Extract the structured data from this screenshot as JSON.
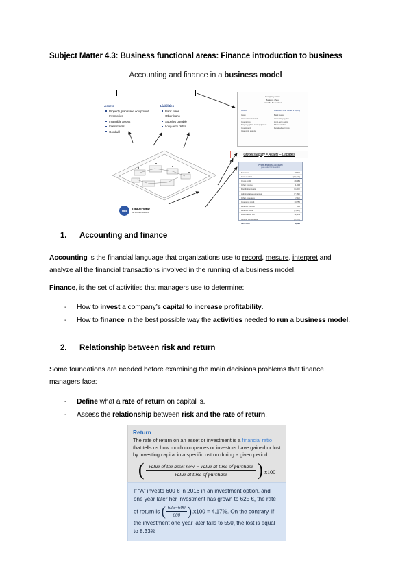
{
  "document": {
    "title": "Subject Matter 4.3: Business functional areas: Finance introduction to business"
  },
  "figure": {
    "caption_plain": "Accounting and finance in a ",
    "caption_bold": "business model",
    "assets": {
      "heading": "Assets",
      "items": [
        "Property, plants and equipment",
        "Inventories",
        "Intangible assets",
        "Investments",
        "Goodwill"
      ]
    },
    "liabilities": {
      "heading": "Liabilities",
      "items": [
        "Bank loans",
        "Other loans",
        "Supplies payable",
        "Long-term debts"
      ]
    },
    "equation": "Owner's equity = Assets − Liabilities",
    "balance_sheet": {
      "title_line1": "Company name",
      "title_line2": "Balance sheet",
      "title_line3": "as at 31 December",
      "left_header": "Assets",
      "right_header": "Liabilities and owner's equity",
      "left_rows": [
        "Cash",
        "Accounts receivable",
        "Inventories",
        "Property, plant and equipment",
        "Investments",
        "Intangible assets",
        "Goodwill"
      ],
      "right_rows": [
        "Bank loans",
        "Accounts payable",
        "Long-term debts",
        "",
        "Share capital",
        "Retained earnings"
      ]
    },
    "income_statement": {
      "title": "Profit and loss account",
      "subtitle": "year ended 31 December",
      "rows": [
        {
          "label": "Revenue",
          "value": "48,511"
        },
        {
          "label": "Cost of sales",
          "value": "(19,122)"
        },
        {
          "label": "Gross profit",
          "value": "29,389"
        },
        {
          "label": "Other income",
          "value": "1,045"
        },
        {
          "label": "Distribution costs",
          "value": "(9,201)"
        },
        {
          "label": "Administrative expenses",
          "value": "(7,160)"
        },
        {
          "label": "Other expenses",
          "value": "(318)"
        },
        {
          "label": "Operating profit",
          "value": "13,755"
        },
        {
          "label": "Finance income",
          "value": "246"
        },
        {
          "label": "Finance costs",
          "value": "(1,022)"
        },
        {
          "label": "Profit before tax",
          "value": "12,979"
        },
        {
          "label": "Income tax expense",
          "value": "(3,157)"
        },
        {
          "label": "Profit for the year",
          "value": "9,822"
        }
      ],
      "total_label": "Net Profit",
      "total_value": "9,822"
    },
    "logo": {
      "mark": "UIB",
      "name": "Universitat",
      "sub": "de les Illes Balears"
    }
  },
  "sections": {
    "one": {
      "number": "1.",
      "title": "Accounting and finance",
      "accounting_label": "Accounting",
      "accounting_p1": " is the financial language that organizations use to ",
      "accounting_u1": "record",
      "accounting_sep1": ", ",
      "accounting_u2": "mesure",
      "accounting_sep2": ", ",
      "accounting_u3": "interpret",
      "accounting_p2": " and ",
      "accounting_u4": "analyze",
      "accounting_p3": " all the financial transactions involved in the running of a business model.",
      "finance_label": "Finance",
      "finance_intro": ", is the set of activities that managers use to determine:",
      "bullets": [
        {
          "dash": "-",
          "parts": [
            {
              "text": "How to ",
              "bold": false
            },
            {
              "text": "invest",
              "bold": true
            },
            {
              "text": " a company’s ",
              "bold": false
            },
            {
              "text": "capital",
              "bold": true
            },
            {
              "text": " to ",
              "bold": false
            },
            {
              "text": "increase profitability",
              "bold": true
            },
            {
              "text": ".",
              "bold": false
            }
          ]
        },
        {
          "dash": "-",
          "parts": [
            {
              "text": "How to ",
              "bold": false
            },
            {
              "text": "finance",
              "bold": true
            },
            {
              "text": " in the best possible way the ",
              "bold": false
            },
            {
              "text": "activities",
              "bold": true
            },
            {
              "text": " needed to ",
              "bold": false
            },
            {
              "text": "run",
              "bold": true
            },
            {
              "text": " a ",
              "bold": false
            },
            {
              "text": "business model",
              "bold": true
            },
            {
              "text": ".",
              "bold": false
            }
          ]
        }
      ]
    },
    "two": {
      "number": "2.",
      "title": "Relationship between risk and return",
      "intro": "Some foundations are needed before examining the main decisions problems that finance managers face:",
      "bullets": [
        {
          "dash": "-",
          "parts": [
            {
              "text": "Define",
              "bold": true
            },
            {
              "text": " what a ",
              "bold": false
            },
            {
              "text": "rate of return",
              "bold": true
            },
            {
              "text": " on capital is.",
              "bold": false
            }
          ]
        },
        {
          "dash": "-",
          "parts": [
            {
              "text": "Assess the ",
              "bold": false
            },
            {
              "text": "relationship",
              "bold": true
            },
            {
              "text": " between ",
              "bold": false
            },
            {
              "text": "risk and the rate of return",
              "bold": true
            },
            {
              "text": ".",
              "bold": false
            }
          ]
        }
      ]
    }
  },
  "return_box": {
    "title": "Return",
    "text_1": "The rate of return on an asset or investment is a ",
    "highlight": "financial ratio",
    "text_2": " that tells us how much companies or investors have gained or lost by investing capital in a specific ost on during a given period.",
    "formula": {
      "numerator": "Value of the asset now − value at time of purchase",
      "denominator": "Value at time of purchase",
      "multiplier": "x100"
    }
  },
  "example_box": {
    "text_1": "If “A” invests 600 € in 2016 in an investment option, and one year later her investment has grown to 625 €, the rate of return is ",
    "frac_num": "625−600",
    "frac_den": "600",
    "text_2": ".x100 = 4.17%. On the contrary, if the investment one year later falls to 550, the lost is equal to 8.33%"
  },
  "colors": {
    "accent_blue": "#2e6fbd",
    "heading_blue": "#2e4d8f",
    "example_bg": "#d7e3f3",
    "return_bg": "#e2e2e2",
    "equation_border": "#e46b5e"
  }
}
